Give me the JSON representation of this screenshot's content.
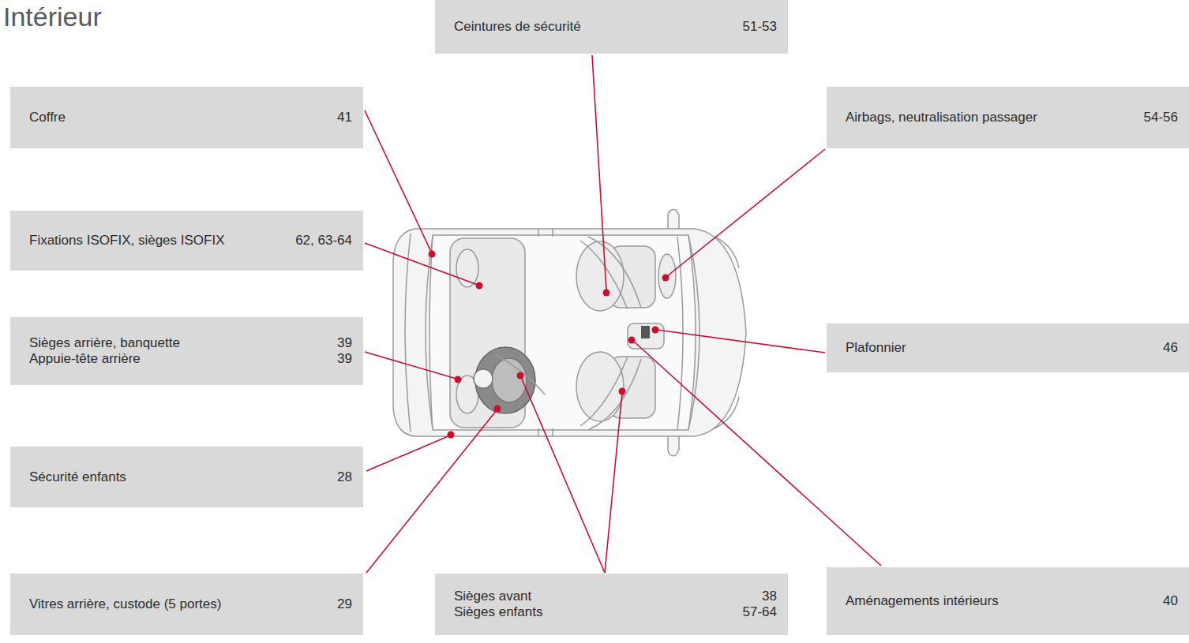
{
  "diagram": {
    "title": "Intérieur",
    "nodes": [
      {
        "text": [
          "Ceintures de sécurité",
          "51-53"
        ]
      },
      {
        "text": [
          "Coffre",
          "41"
        ]
      },
      {
        "text": [
          "Airbags, neutralisation passager",
          "54-56"
        ]
      },
      {
        "text": [
          "Fixations ISOFIX, sièges ISOFIX",
          "62, 63-64"
        ]
      },
      {
        "text": [
          "Sièges arrière, banquette",
          "39",
          "Appuie-tête arrière",
          "39"
        ]
      },
      {
        "text": [
          "Plafonnier",
          "46"
        ]
      },
      {
        "text": [
          "Sécurité enfants",
          "28"
        ]
      },
      {
        "text": [
          "Vitres arrière, custode (5 portes)",
          "29"
        ]
      },
      {
        "text": [
          "Sièges avant",
          "38",
          "Sièges enfants",
          "57-64"
        ]
      },
      {
        "text": [
          "Aménagements intérieurs",
          "40"
        ]
      }
    ]
  }
}
